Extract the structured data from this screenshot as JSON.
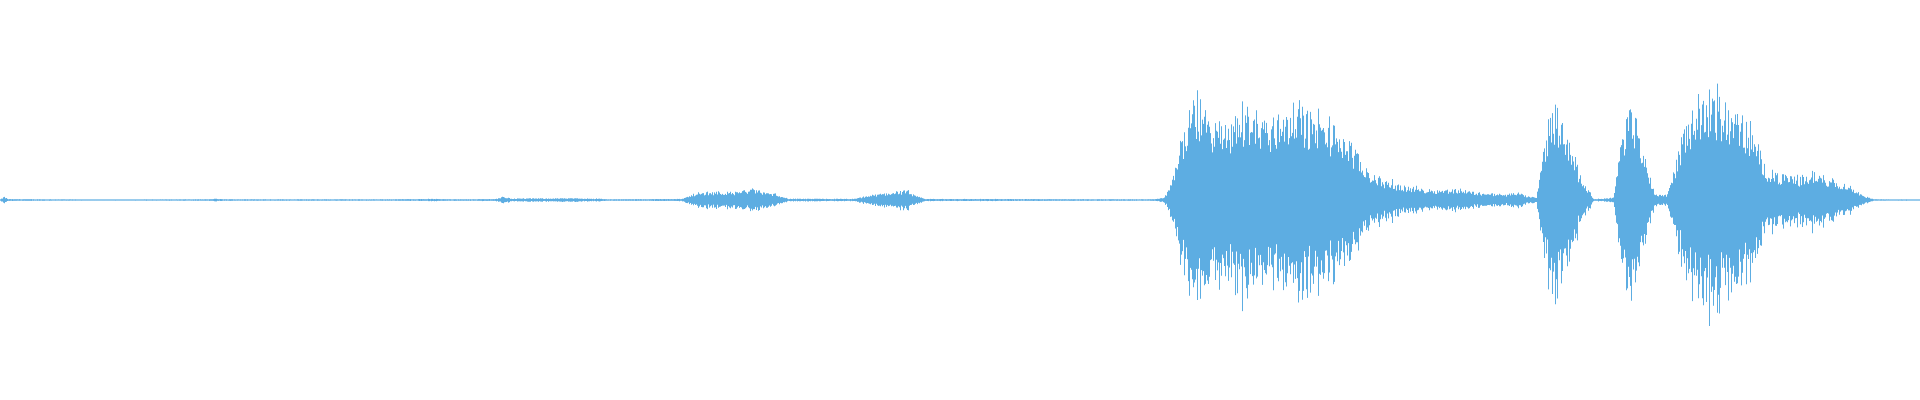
{
  "colors": {
    "background": "#ffffff",
    "waveform": "#5dade2"
  },
  "waveform": {
    "envelope": [
      [
        0.0,
        0.006
      ],
      [
        0.002,
        0.03
      ],
      [
        0.004,
        0.008
      ],
      [
        0.05,
        0.004
      ],
      [
        0.108,
        0.006
      ],
      [
        0.112,
        0.012
      ],
      [
        0.116,
        0.007
      ],
      [
        0.15,
        0.006
      ],
      [
        0.2,
        0.006
      ],
      [
        0.226,
        0.01
      ],
      [
        0.24,
        0.006
      ],
      [
        0.258,
        0.01
      ],
      [
        0.262,
        0.03
      ],
      [
        0.266,
        0.014
      ],
      [
        0.3,
        0.016
      ],
      [
        0.312,
        0.012
      ],
      [
        0.316,
        0.006
      ],
      [
        0.355,
        0.01
      ],
      [
        0.362,
        0.06
      ],
      [
        0.372,
        0.075
      ],
      [
        0.382,
        0.07
      ],
      [
        0.392,
        0.1
      ],
      [
        0.398,
        0.07
      ],
      [
        0.405,
        0.05
      ],
      [
        0.41,
        0.012
      ],
      [
        0.445,
        0.01
      ],
      [
        0.452,
        0.04
      ],
      [
        0.46,
        0.06
      ],
      [
        0.468,
        0.08
      ],
      [
        0.472,
        0.085
      ],
      [
        0.476,
        0.04
      ],
      [
        0.482,
        0.01
      ],
      [
        0.6,
        0.006
      ],
      [
        0.606,
        0.02
      ],
      [
        0.61,
        0.15
      ],
      [
        0.614,
        0.5
      ],
      [
        0.618,
        0.7
      ],
      [
        0.622,
        0.9
      ],
      [
        0.626,
        0.85
      ],
      [
        0.632,
        0.7
      ],
      [
        0.638,
        0.65
      ],
      [
        0.644,
        0.75
      ],
      [
        0.65,
        0.82
      ],
      [
        0.656,
        0.76
      ],
      [
        0.662,
        0.7
      ],
      [
        0.668,
        0.8
      ],
      [
        0.674,
        0.83
      ],
      [
        0.68,
        0.78
      ],
      [
        0.686,
        0.72
      ],
      [
        0.692,
        0.68
      ],
      [
        0.698,
        0.6
      ],
      [
        0.704,
        0.5
      ],
      [
        0.71,
        0.3
      ],
      [
        0.716,
        0.22
      ],
      [
        0.722,
        0.17
      ],
      [
        0.73,
        0.13
      ],
      [
        0.74,
        0.1
      ],
      [
        0.75,
        0.09
      ],
      [
        0.76,
        0.1
      ],
      [
        0.768,
        0.07
      ],
      [
        0.776,
        0.06
      ],
      [
        0.784,
        0.05
      ],
      [
        0.79,
        0.07
      ],
      [
        0.794,
        0.04
      ],
      [
        0.8,
        0.02
      ],
      [
        0.806,
        0.7
      ],
      [
        0.81,
        0.85
      ],
      [
        0.814,
        0.65
      ],
      [
        0.818,
        0.55
      ],
      [
        0.822,
        0.25
      ],
      [
        0.83,
        0.008
      ],
      [
        0.84,
        0.02
      ],
      [
        0.844,
        0.5
      ],
      [
        0.848,
        0.8
      ],
      [
        0.852,
        0.75
      ],
      [
        0.856,
        0.4
      ],
      [
        0.862,
        0.05
      ],
      [
        0.868,
        0.05
      ],
      [
        0.872,
        0.3
      ],
      [
        0.878,
        0.7
      ],
      [
        0.884,
        0.9
      ],
      [
        0.89,
        0.95
      ],
      [
        0.896,
        0.88
      ],
      [
        0.902,
        0.8
      ],
      [
        0.908,
        0.72
      ],
      [
        0.914,
        0.55
      ],
      [
        0.92,
        0.28
      ],
      [
        0.928,
        0.22
      ],
      [
        0.936,
        0.2
      ],
      [
        0.944,
        0.25
      ],
      [
        0.952,
        0.2
      ],
      [
        0.96,
        0.15
      ],
      [
        0.966,
        0.1
      ],
      [
        0.97,
        0.04
      ],
      [
        0.976,
        0.006
      ],
      [
        1.0,
        0.004
      ]
    ]
  }
}
